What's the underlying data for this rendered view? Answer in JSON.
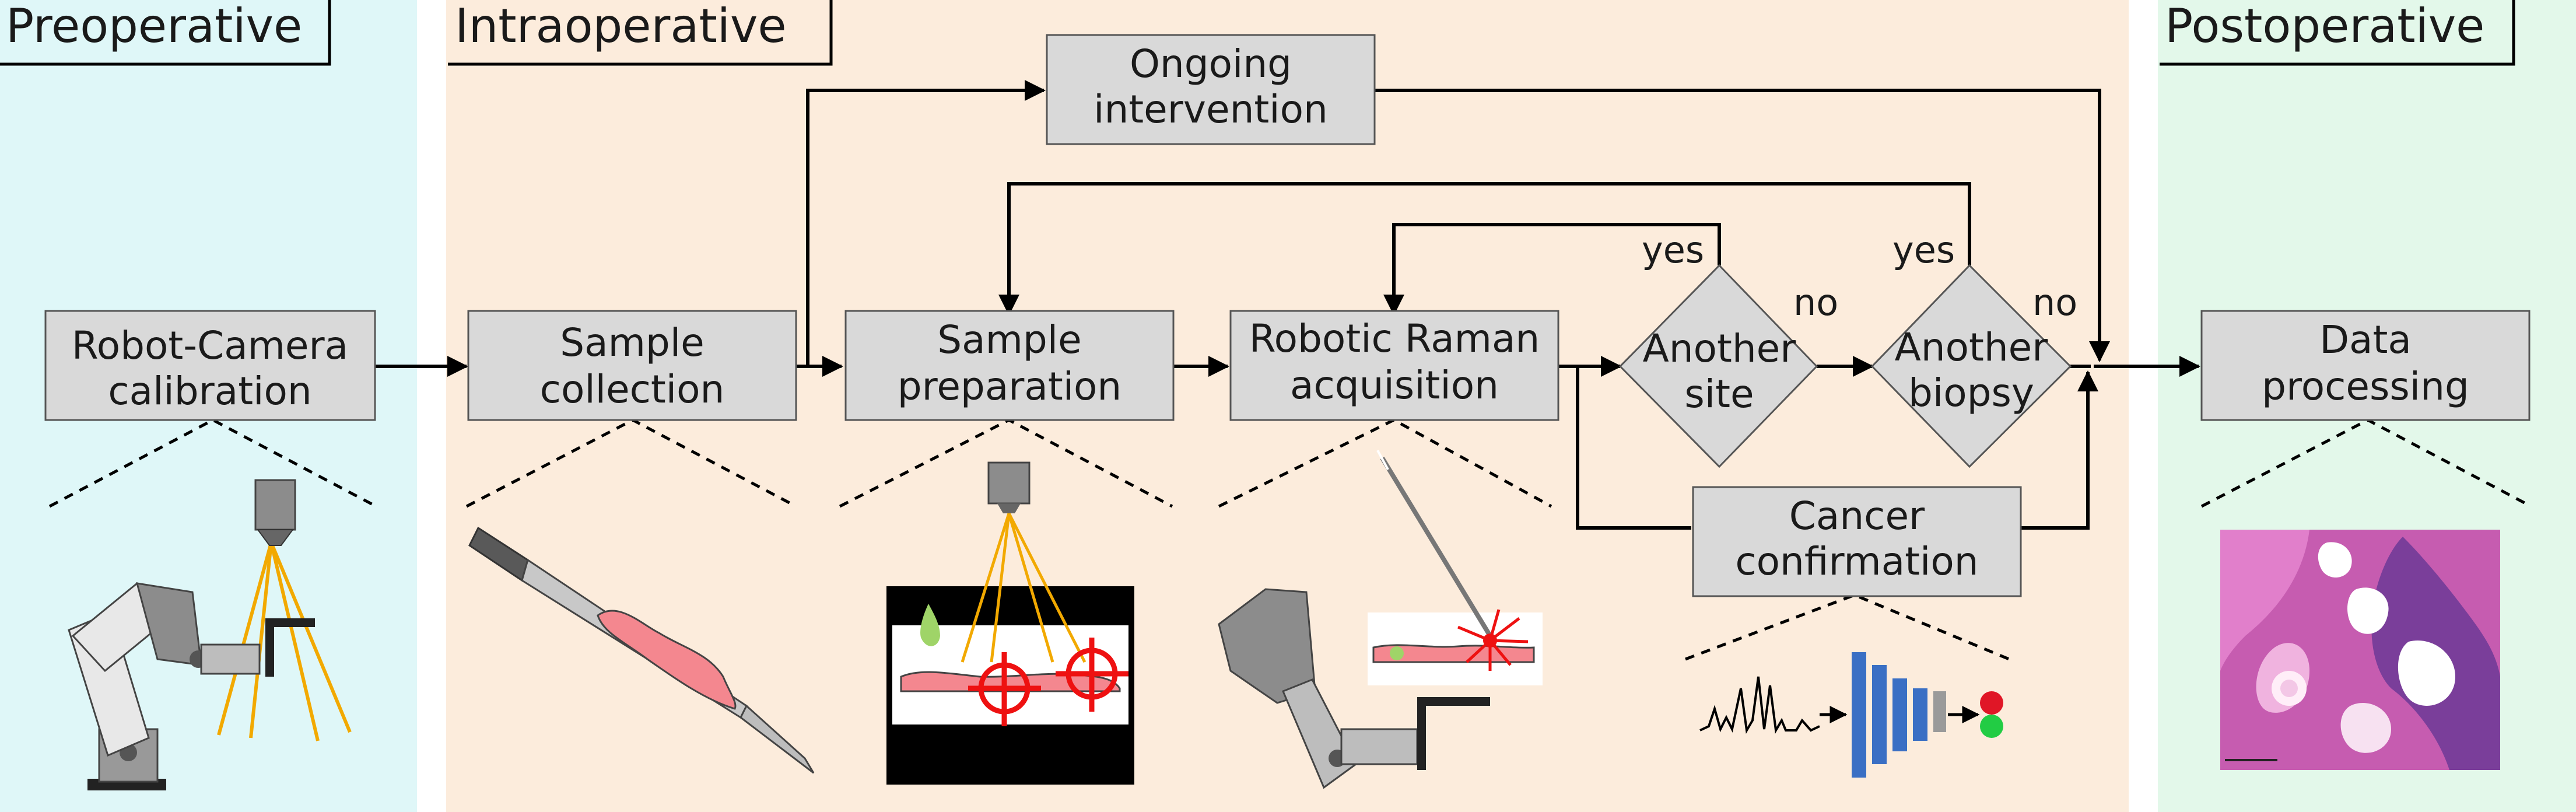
{
  "phases": {
    "preoperative": "Preoperative",
    "intraoperative": "Intraoperative",
    "postoperative": "Postoperative"
  },
  "boxes": {
    "calibration": [
      "Robot-Camera",
      "calibration"
    ],
    "collection": [
      "Sample",
      "collection"
    ],
    "preparation": [
      "Sample",
      "preparation"
    ],
    "raman": [
      "Robotic Raman",
      "acquisition"
    ],
    "ongoing": [
      "Ongoing",
      "intervention"
    ],
    "cancer": [
      "Cancer",
      "confirmation"
    ],
    "data": [
      "Data",
      "processing"
    ]
  },
  "decisions": {
    "site": [
      "Another",
      "site"
    ],
    "biopsy": [
      "Another",
      "biopsy"
    ]
  },
  "edge_labels": {
    "site_yes": "yes",
    "site_no": "no",
    "biopsy_yes": "yes",
    "biopsy_no": "no"
  },
  "colors": {
    "preoperative_bg": "#dff7f8",
    "intraoperative_bg": "#fcecdc",
    "postoperative_bg": "#e3f8ea",
    "box_fill": "#d9d9d9",
    "tissue": "#f4878f",
    "target": "#ee1111",
    "laser": "#ee1111",
    "camera_rays": "#f2a900",
    "network": "#3a6fc4"
  }
}
